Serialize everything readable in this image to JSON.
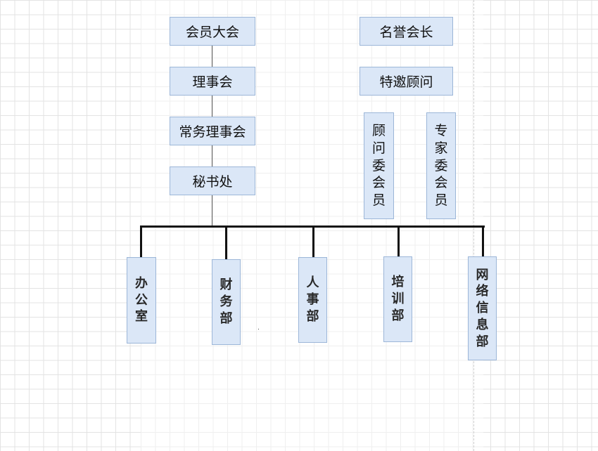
{
  "chart_data": {
    "type": "org-chart",
    "main_chain": [
      "会员大会",
      "理事会",
      "常务理事会",
      "秘书处"
    ],
    "honorary": [
      "名誉会长",
      "特邀顾问"
    ],
    "committees": [
      "顾问委会员",
      "专家委会员"
    ],
    "departments": [
      "办公室",
      "财务部",
      "人事部",
      "培训部",
      "网络信息部"
    ]
  },
  "colors": {
    "box_fill": "#dbe7f7",
    "box_border": "#9cb6d8",
    "connector": "#111111"
  }
}
